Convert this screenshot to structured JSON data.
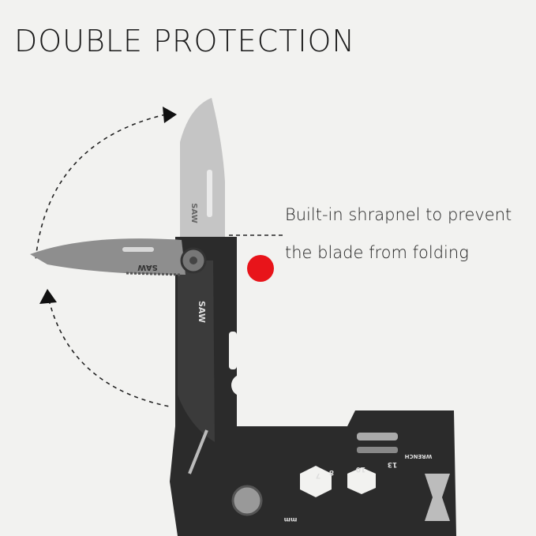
{
  "heading": "DOUBLE PROTECTION",
  "caption": {
    "line1": "Built-in shrapnel to prevent",
    "line2": "the blade from folding"
  },
  "product_engravings": [
    "SAW",
    "SAW",
    "SAW",
    "WRENCH",
    "13",
    "10",
    "8",
    "7",
    "mm"
  ],
  "colors": {
    "background": "#f2f2f0",
    "accent_lock_button": "#e8141a",
    "tool_body": "#2a2a2a"
  }
}
